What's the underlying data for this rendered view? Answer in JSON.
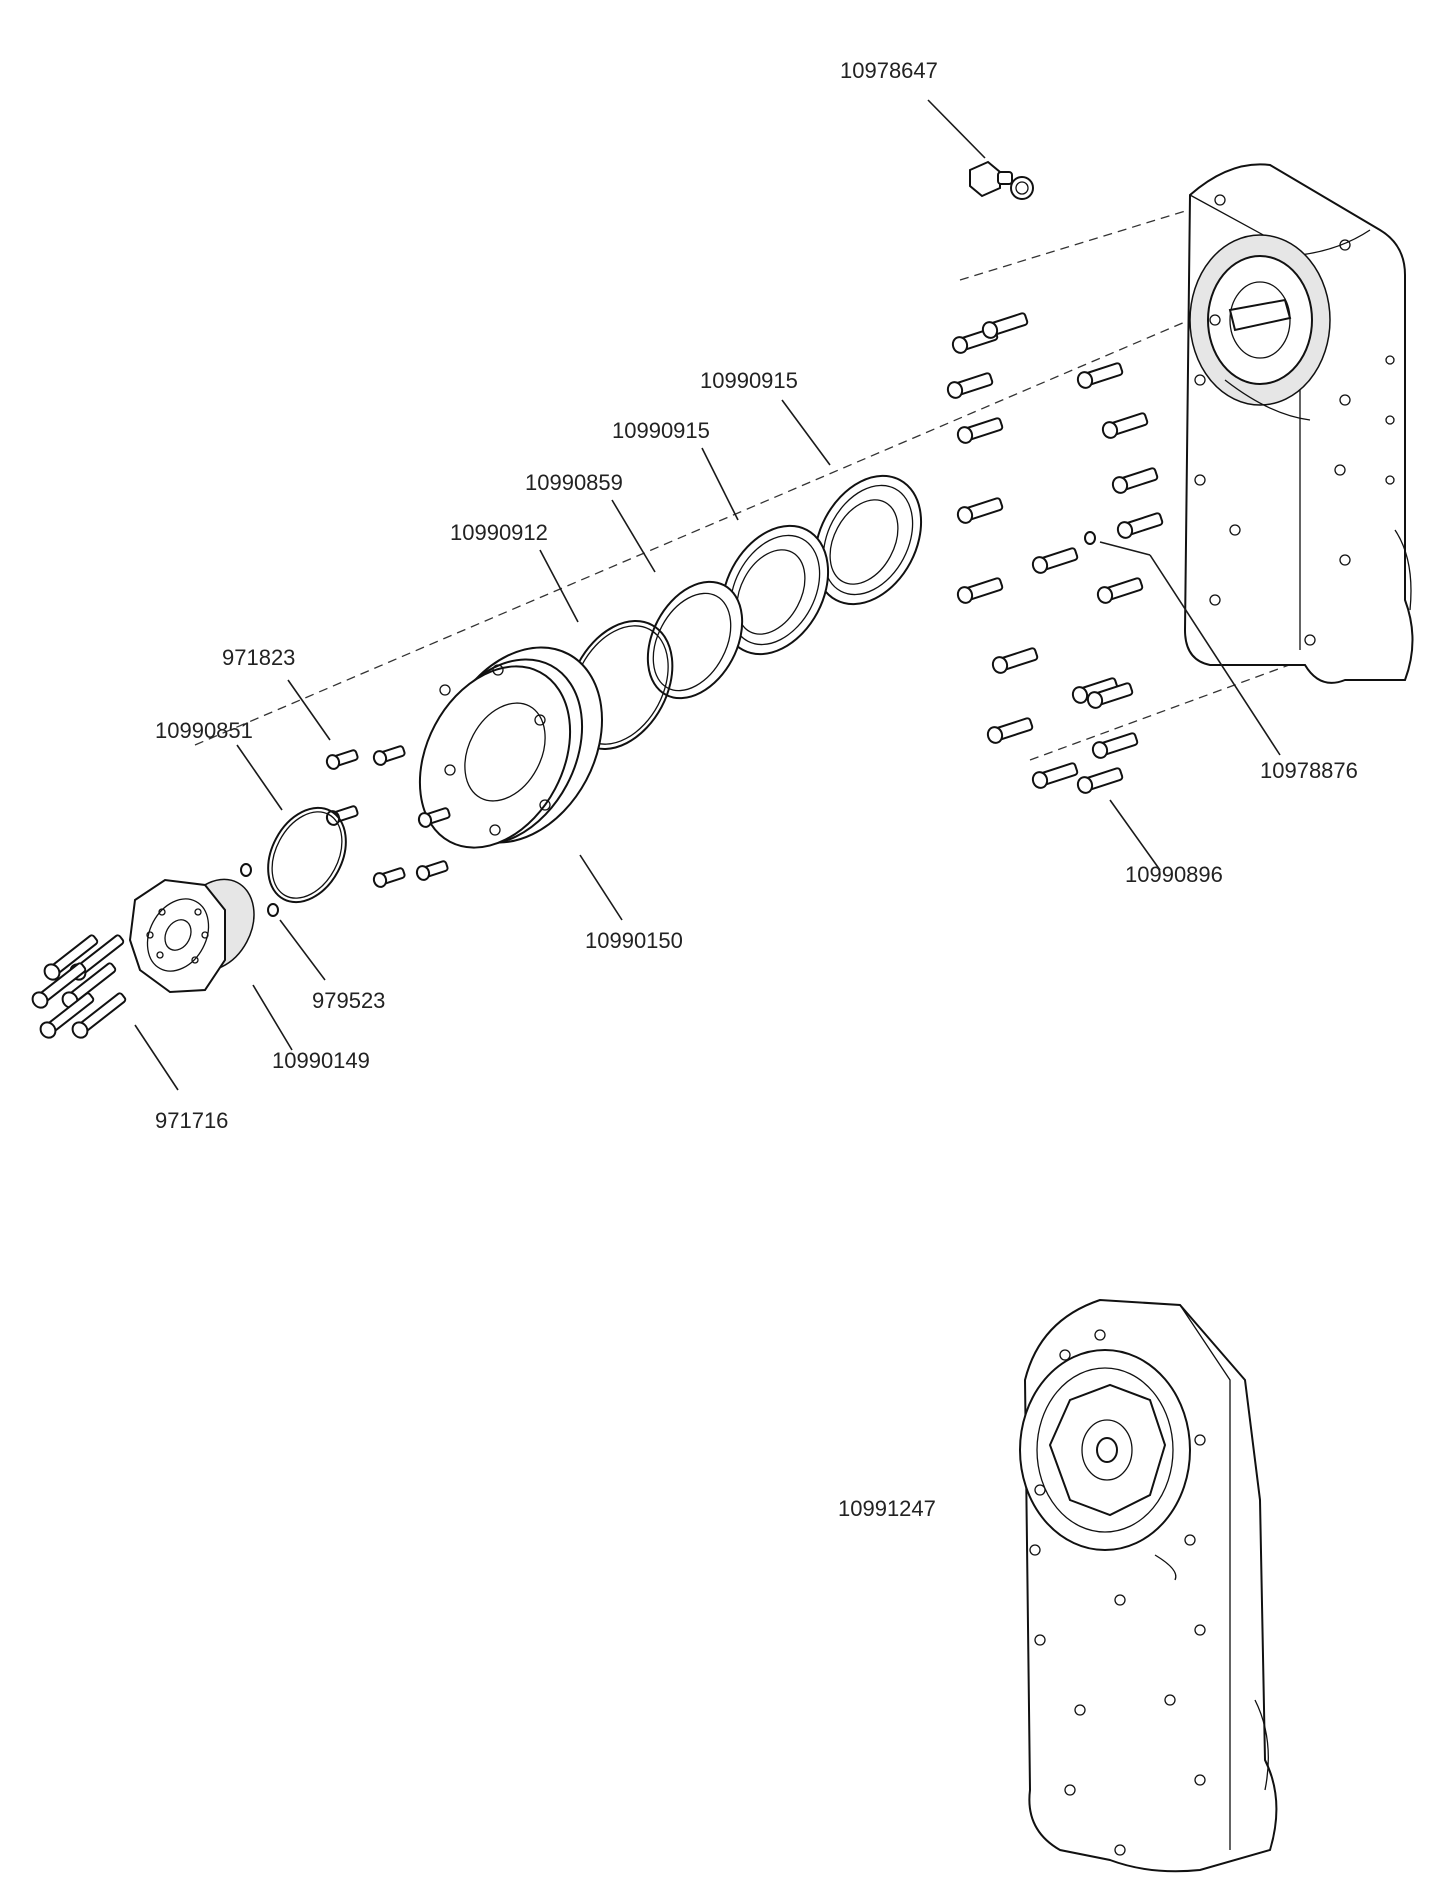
{
  "labels": {
    "p10978647": "10978647",
    "p10990915a": "10990915",
    "p10990915b": "10990915",
    "p10990859": "10990859",
    "p10990912": "10990912",
    "p971823": "971823",
    "p10990851": "10990851",
    "p10978876": "10978876",
    "p10990896": "10990896",
    "p10990150": "10990150",
    "p979523": "979523",
    "p10990149": "10990149",
    "p971716": "971716",
    "p10991247": "10991247"
  }
}
